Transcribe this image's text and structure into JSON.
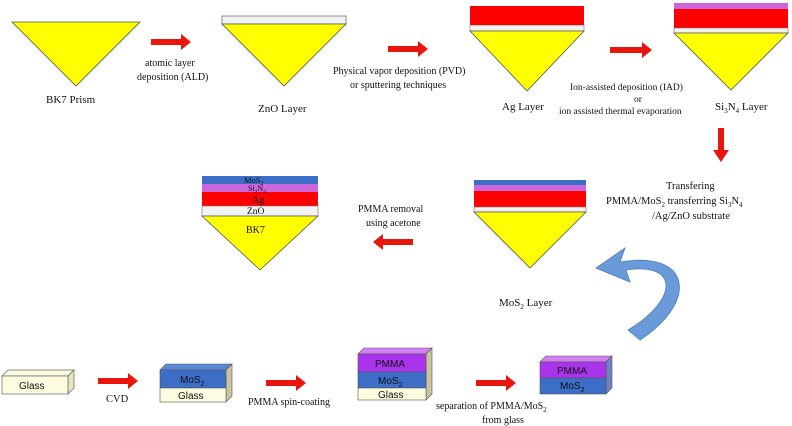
{
  "colors": {
    "prism_yellow": "#ffff00",
    "zno_white": "#f2f2f2",
    "ag_red": "#ff0000",
    "si3n4_purple": "#cc66dd",
    "mos2_blue": "#3c6ec8",
    "glass_cream": "#fdfbe0",
    "arrow_red": "#e8160c",
    "curved_arrow_blue": "#6a9bd8"
  },
  "top_row": {
    "bk7_label": "BK7 Prism",
    "zno_label": "ZnO Layer",
    "ag_label": "Ag Layer",
    "si3n4_label_main": "Si",
    "si3n4_label_sub1": "3",
    "si3n4_label_mid": "N",
    "si3n4_label_sub2": "4",
    "si3n4_label_end": " Layer",
    "step1_line1": "atomic layer",
    "step1_line2": "deposition (ALD)",
    "step2_line1": "Physical vapor deposition (PVD)",
    "step2_line2": "or sputtering techniques",
    "step3_line1": "Ion-assisted deposition (IAD)",
    "step3_line2": "or",
    "step3_line3": "ion assisted thermal evaporation"
  },
  "middle_row": {
    "transfer_line1": "Transfering",
    "transfer_line2_a": "PMMA/MoS",
    "transfer_line2_sub": "2",
    "transfer_line2_b": " transferring Si",
    "transfer_line2_sub2": "3",
    "transfer_line2_c": "N",
    "transfer_line2_sub3": "4",
    "transfer_line3": "/Ag/ZnO substrate",
    "removal_line1": "PMMA removal",
    "removal_line2": "using acetone",
    "mos2_layer_label_a": "MoS",
    "mos2_layer_label_sub": "2",
    "mos2_layer_label_b": " Layer",
    "final_mos2_a": "MoS",
    "final_mos2_sub": "2",
    "final_si_a": "Si",
    "final_si_sub1": "3",
    "final_si_b": "N",
    "final_si_sub2": "4",
    "final_ag": "Ag",
    "final_zno": "ZnO",
    "final_bk7": "BK7"
  },
  "bottom_row": {
    "glass_label": "Glass",
    "cvd_label": "CVD",
    "mos2_a": "MoS",
    "mos2_sub": "2",
    "glass2_label": "Glass",
    "spin_label": "PMMA spin-coating",
    "pmma_label": "PMMA",
    "mos2b_a": "MoS",
    "mos2b_sub": "2",
    "glass3_label": "Glass",
    "sep_line1": "separation of PMMA/MoS",
    "sep_line1_sub": "2",
    "sep_line2": "from glass",
    "pmma2_label": "PMMA",
    "mos2c_a": "MoS",
    "mos2c_sub": "2"
  }
}
